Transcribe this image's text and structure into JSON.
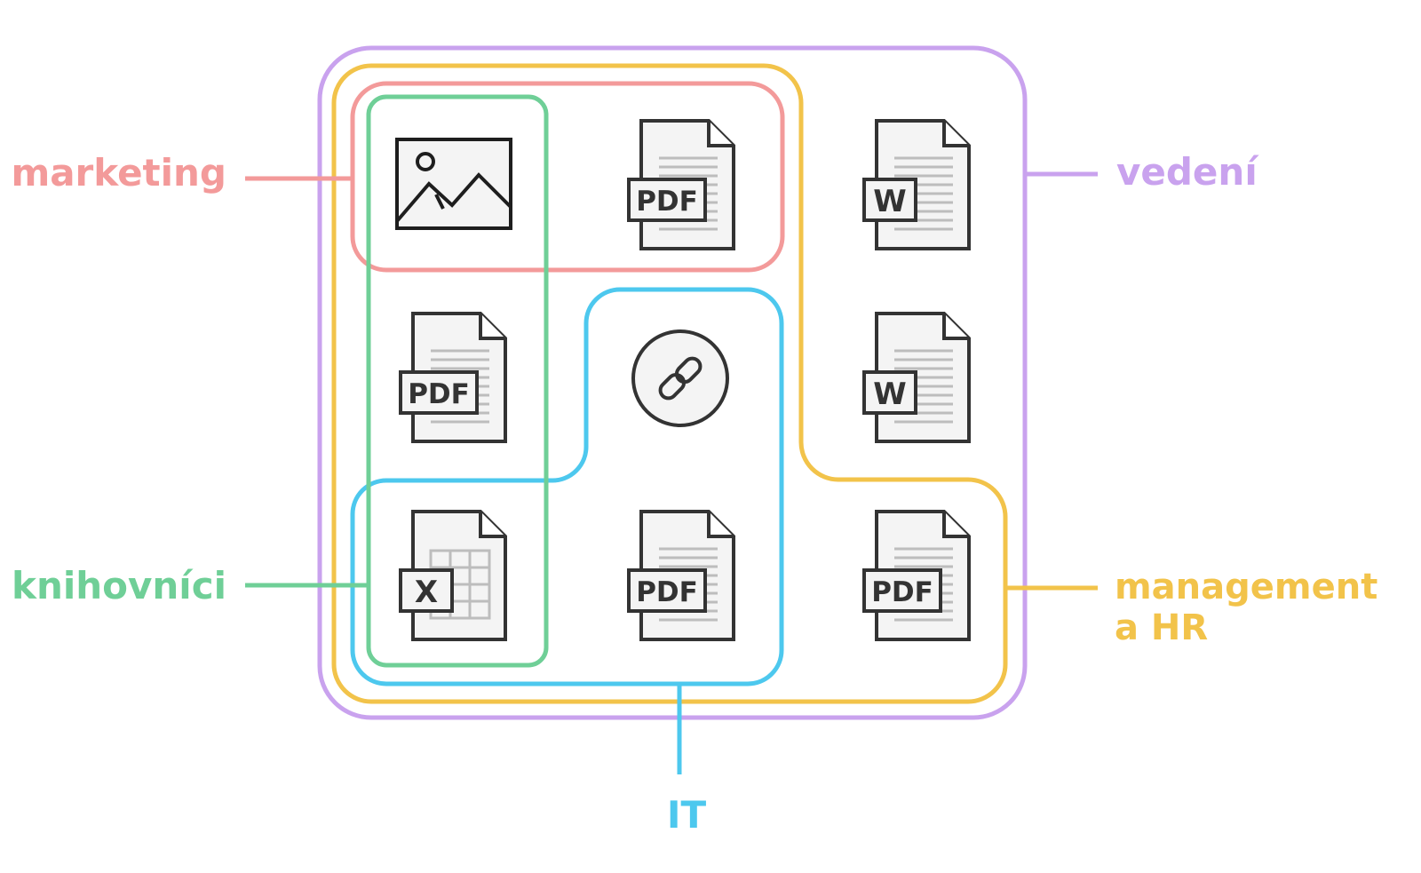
{
  "groups": {
    "vedeni": {
      "label": "vedení",
      "color": "#c9a2ee"
    },
    "management": {
      "label_line1": "management",
      "label_line2": "a HR",
      "color": "#f2c34a"
    },
    "marketing": {
      "label": "marketing",
      "color": "#f39a9a"
    },
    "knihovnici": {
      "label": "knihovníci",
      "color": "#6fcf97"
    },
    "it": {
      "label": "IT",
      "color": "#4dc8ee"
    }
  },
  "files": [
    {
      "id": "image",
      "type": "image-icon",
      "badge": ""
    },
    {
      "id": "pdf-1",
      "type": "pdf-file-icon",
      "badge": "PDF"
    },
    {
      "id": "word-1",
      "type": "word-file-icon",
      "badge": "W"
    },
    {
      "id": "pdf-2",
      "type": "pdf-file-icon",
      "badge": "PDF"
    },
    {
      "id": "link",
      "type": "link-icon",
      "badge": ""
    },
    {
      "id": "word-2",
      "type": "word-file-icon",
      "badge": "W"
    },
    {
      "id": "excel",
      "type": "excel-file-icon",
      "badge": "X"
    },
    {
      "id": "pdf-3",
      "type": "pdf-file-icon",
      "badge": "PDF"
    },
    {
      "id": "pdf-4",
      "type": "pdf-file-icon",
      "badge": "PDF"
    }
  ]
}
